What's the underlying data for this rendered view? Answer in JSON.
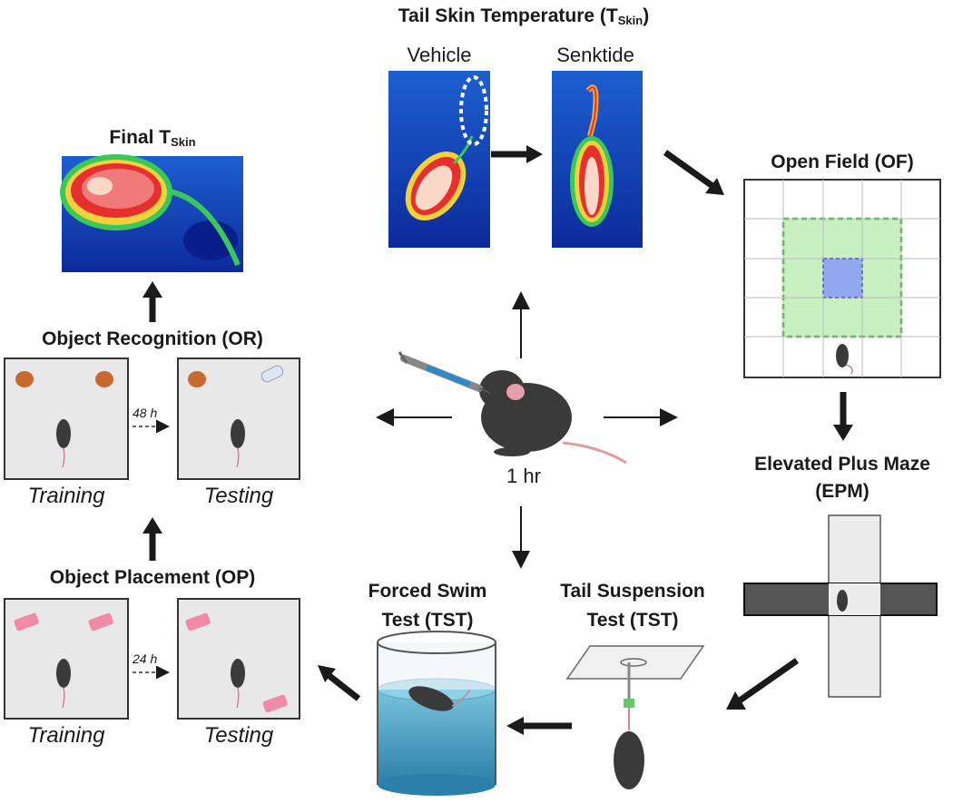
{
  "tail_skin": {
    "title": "Tail Skin Temperature (T",
    "title_sub": "Skin",
    "title_close": ")",
    "vehicle_label": "Vehicle",
    "senktide_label": "Senktide"
  },
  "final_tskin": {
    "label": "Final T",
    "label_sub": "Skin"
  },
  "open_field": {
    "label": "Open Field (OF)"
  },
  "epm": {
    "label_line1": "Elevated Plus Maze",
    "label_line2": "(EPM)"
  },
  "object_recognition": {
    "label": "Object Recognition (OR)",
    "delay": "48 h",
    "training": "Training",
    "testing": "Testing"
  },
  "object_placement": {
    "label": "Object Placement (OP)",
    "delay": "24 h",
    "training": "Training",
    "testing": "Testing"
  },
  "forced_swim": {
    "label_line1": "Forced Swim",
    "label_line2": "Test (TST)"
  },
  "tail_suspension": {
    "label_line1": "Tail Suspension",
    "label_line2": "Test (TST)"
  },
  "center": {
    "time": "1 hr"
  },
  "colors": {
    "arrow": "#1a1a1a",
    "arena_bg": "#e8e8e8",
    "of_zone": "#c8f0c0",
    "of_center": "#8fa8f0",
    "water": "#4a9cc0",
    "object_orange": "#c8692e",
    "object_pink": "#f08aa8"
  }
}
